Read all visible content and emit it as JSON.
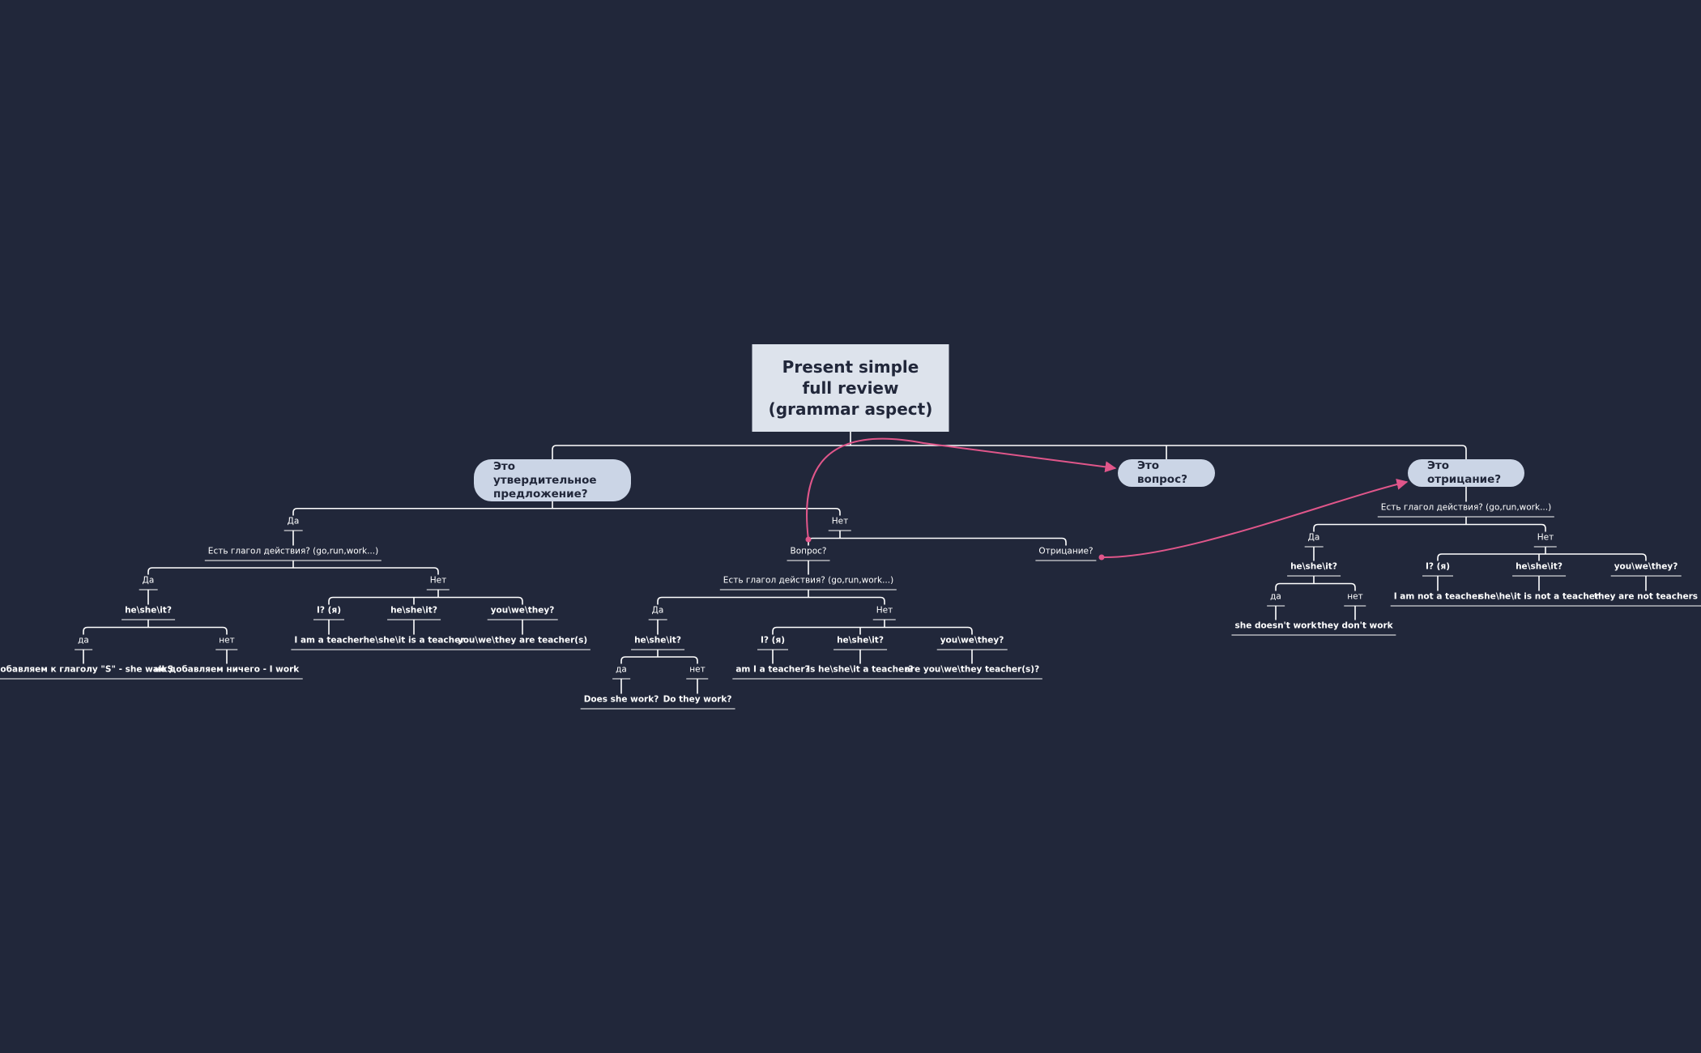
{
  "colors": {
    "background": "#21273a",
    "connector": "#ffffff",
    "relation": "#e0568a",
    "root_fill": "#dde3ec",
    "main_fill": "#cbd5e6"
  },
  "nodes": [
    {
      "id": "root",
      "label": "Present simple full review (grammar aspect)"
    },
    {
      "id": "b1",
      "label": "Это утвердительное предложение?"
    },
    {
      "id": "b2",
      "label": "Это вопрос?"
    },
    {
      "id": "b3",
      "label": "Это отрицание?"
    },
    {
      "id": "a_da",
      "label": "Да"
    },
    {
      "id": "a_net",
      "label": "Нет"
    },
    {
      "id": "a_verb",
      "label": "Есть глагол действия? (go,run,work...)"
    },
    {
      "id": "a_v_da",
      "label": "Да"
    },
    {
      "id": "a_v_net",
      "label": "Нет"
    },
    {
      "id": "a_he",
      "label": "he\\she\\it?"
    },
    {
      "id": "a_he_da",
      "label": "да"
    },
    {
      "id": "a_he_net",
      "label": "нет"
    },
    {
      "id": "a_s",
      "label": "добавляем к глаголу \"S\" - she walkS"
    },
    {
      "id": "a_nothing",
      "label": "не добавляем ничего - I work"
    },
    {
      "id": "a_i",
      "label": "I? (я)"
    },
    {
      "id": "a_he2",
      "label": "he\\she\\it?"
    },
    {
      "id": "a_you",
      "label": "you\\we\\they?"
    },
    {
      "id": "a_teacher",
      "label": "I am a teacher"
    },
    {
      "id": "a_heteacher",
      "label": "he\\she\\it is a teacher"
    },
    {
      "id": "a_youteacher",
      "label": "you\\we\\they are teacher(s)"
    },
    {
      "id": "q_q",
      "label": "Вопрос?"
    },
    {
      "id": "q_neg",
      "label": "Отрицание?"
    },
    {
      "id": "q_verb",
      "label": "Есть глагол действия? (go,run,work...)"
    },
    {
      "id": "q_da",
      "label": "Да"
    },
    {
      "id": "q_net",
      "label": "Нет"
    },
    {
      "id": "q_he",
      "label": "he\\she\\it?"
    },
    {
      "id": "q_he_da",
      "label": "да"
    },
    {
      "id": "q_he_net",
      "label": "нет"
    },
    {
      "id": "q_does",
      "label": "Does she work?"
    },
    {
      "id": "q_do",
      "label": "Do they work?"
    },
    {
      "id": "q_i",
      "label": "I? (я)"
    },
    {
      "id": "q_he2",
      "label": "he\\she\\it?"
    },
    {
      "id": "q_you",
      "label": "you\\we\\they?"
    },
    {
      "id": "q_am",
      "label": "am I a teacher?"
    },
    {
      "id": "q_is",
      "label": "is he\\she\\it a teacher?"
    },
    {
      "id": "q_are",
      "label": "are you\\we\\they teacher(s)?"
    },
    {
      "id": "n_verb",
      "label": "Есть глагол действия? (go,run,work...)"
    },
    {
      "id": "n_da",
      "label": "Да"
    },
    {
      "id": "n_net",
      "label": "Нет"
    },
    {
      "id": "n_he",
      "label": "he\\she\\it?"
    },
    {
      "id": "n_he_da",
      "label": "да"
    },
    {
      "id": "n_he_net",
      "label": "нет"
    },
    {
      "id": "n_doesnt",
      "label": "she doesn't work"
    },
    {
      "id": "n_dont",
      "label": "they don't work"
    },
    {
      "id": "n_i",
      "label": "I? (я)"
    },
    {
      "id": "n_he2",
      "label": "he\\she\\it?"
    },
    {
      "id": "n_you",
      "label": "you\\we\\they?"
    },
    {
      "id": "n_amnot",
      "label": "I am not a teacher"
    },
    {
      "id": "n_isnot",
      "label": "she\\he\\it is not a teacher"
    },
    {
      "id": "n_arenot",
      "label": "they are not teachers"
    }
  ]
}
